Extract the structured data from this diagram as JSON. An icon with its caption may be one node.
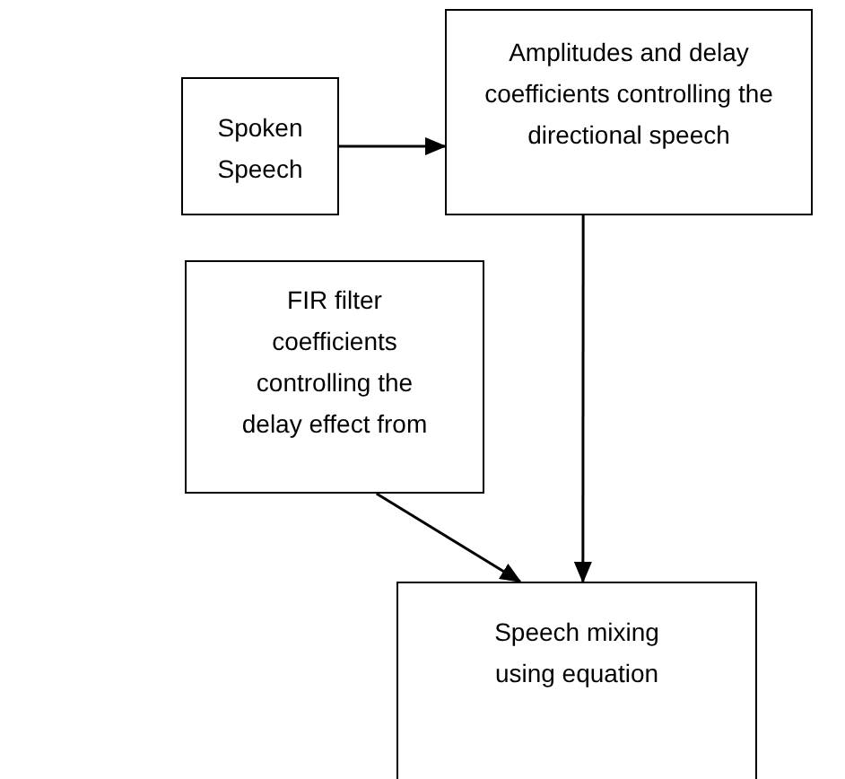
{
  "diagram": {
    "nodes": [
      {
        "text": [
          "Spoken Speech"
        ]
      },
      {
        "text": [
          "Amplitudes and delay coefficients controlling the directional speech"
        ]
      },
      {
        "text": [
          "FIR filter coefficients controlling the delay effect from"
        ]
      },
      {
        "text": [
          "Speech mixing using equation"
        ]
      }
    ],
    "edges": [
      {
        "from": 0,
        "to": 1,
        "arrow": "to"
      },
      {
        "from": 1,
        "to": 3,
        "arrow": "to"
      },
      {
        "from": 2,
        "to": 3,
        "arrow": "to"
      }
    ]
  }
}
